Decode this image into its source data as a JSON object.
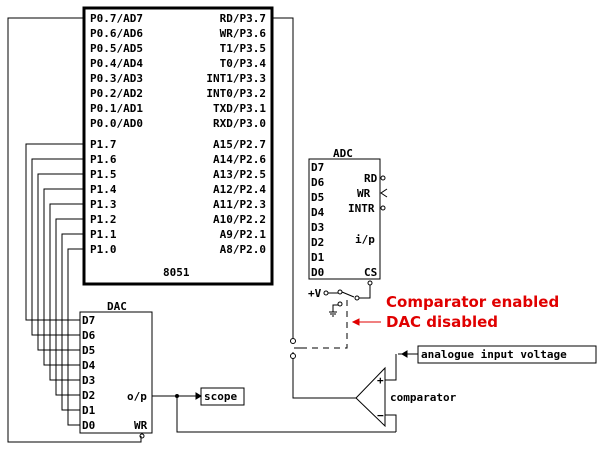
{
  "mcu": {
    "name": "8051",
    "left_pins": [
      "P0.7/AD7",
      "P0.6/AD6",
      "P0.5/AD5",
      "P0.4/AD4",
      "P0.3/AD3",
      "P0.2/AD2",
      "P0.1/AD1",
      "P0.0/AD0"
    ],
    "right_pins": [
      "RD/P3.7",
      "WR/P3.6",
      "T1/P3.5",
      "T0/P3.4",
      "INT1/P3.3",
      "INT0/P3.2",
      "TXD/P3.1",
      "RXD/P3.0"
    ],
    "p1_pins": [
      "P1.7",
      "P1.6",
      "P1.5",
      "P1.4",
      "P1.3",
      "P1.2",
      "P1.1",
      "P1.0"
    ],
    "p2_pins": [
      "A15/P2.7",
      "A14/P2.6",
      "A13/P2.5",
      "A12/P2.4",
      "A11/P2.3",
      "A10/P2.2",
      "A9/P2.1",
      "A8/P2.0"
    ]
  },
  "adc": {
    "name": "ADC",
    "data_pins": [
      "D7",
      "D6",
      "D5",
      "D4",
      "D3",
      "D2",
      "D1",
      "D0"
    ],
    "rd": "RD",
    "wr": "WR",
    "intr": "INTR",
    "ip": "i/p",
    "cs": "CS"
  },
  "dac": {
    "name": "DAC",
    "data_pins": [
      "D7",
      "D6",
      "D5",
      "D4",
      "D3",
      "D2",
      "D1",
      "D0"
    ],
    "op": "o/p",
    "wr": "WR"
  },
  "switch": {
    "supply": "+V"
  },
  "annotation": {
    "line1": "Comparator enabled",
    "line2": "DAC disabled",
    "color": "#e00000"
  },
  "scope": {
    "label": "scope"
  },
  "analogue": {
    "label": "analogue input voltage"
  },
  "comparator": {
    "label": "comparator",
    "plus": "+",
    "minus": "−"
  }
}
